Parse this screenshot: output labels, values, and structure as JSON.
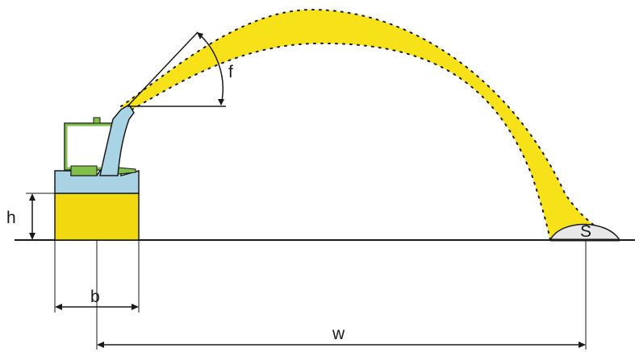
{
  "labels": {
    "height": "h",
    "base_width": "b",
    "throw_distance": "w",
    "angle": "f",
    "target": "S"
  },
  "colors": {
    "jet": "#f7e21a",
    "block": "#f2d80f",
    "nozzle": "#a8d4e6",
    "pump_body": "#a9d3e4",
    "frame": "#7fbf4a",
    "line": "#1a1a1a",
    "target_fill": "#e8e8e8"
  }
}
